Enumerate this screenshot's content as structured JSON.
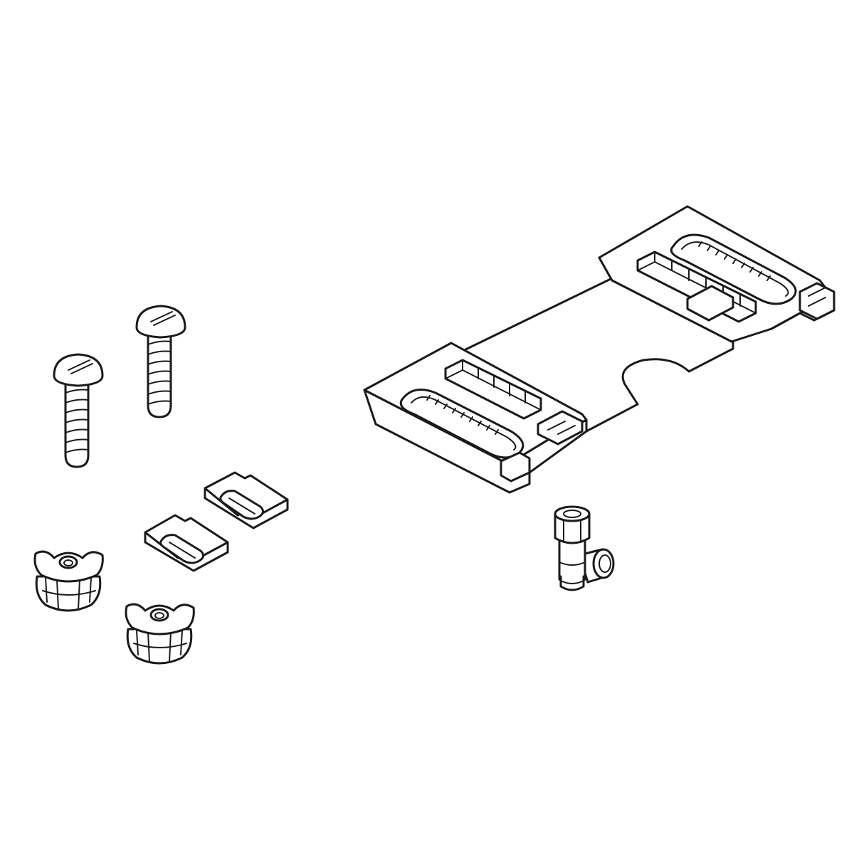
{
  "figure": {
    "type": "exploded-parts-illustration",
    "background_color": "#ffffff",
    "line_color": "#1a1a1a",
    "parts": [
      {
        "id": "screw-1",
        "icon": "round-head-screw"
      },
      {
        "id": "screw-2",
        "icon": "round-head-screw"
      },
      {
        "id": "washer-plate-1",
        "icon": "slotted-plate"
      },
      {
        "id": "washer-plate-2",
        "icon": "slotted-plate"
      },
      {
        "id": "wing-nut-1",
        "icon": "wing-nut"
      },
      {
        "id": "wing-nut-2",
        "icon": "wing-nut"
      },
      {
        "id": "mounting-bracket",
        "icon": "mounting-plate"
      },
      {
        "id": "tee-fitting",
        "icon": "tee-connector"
      }
    ]
  }
}
